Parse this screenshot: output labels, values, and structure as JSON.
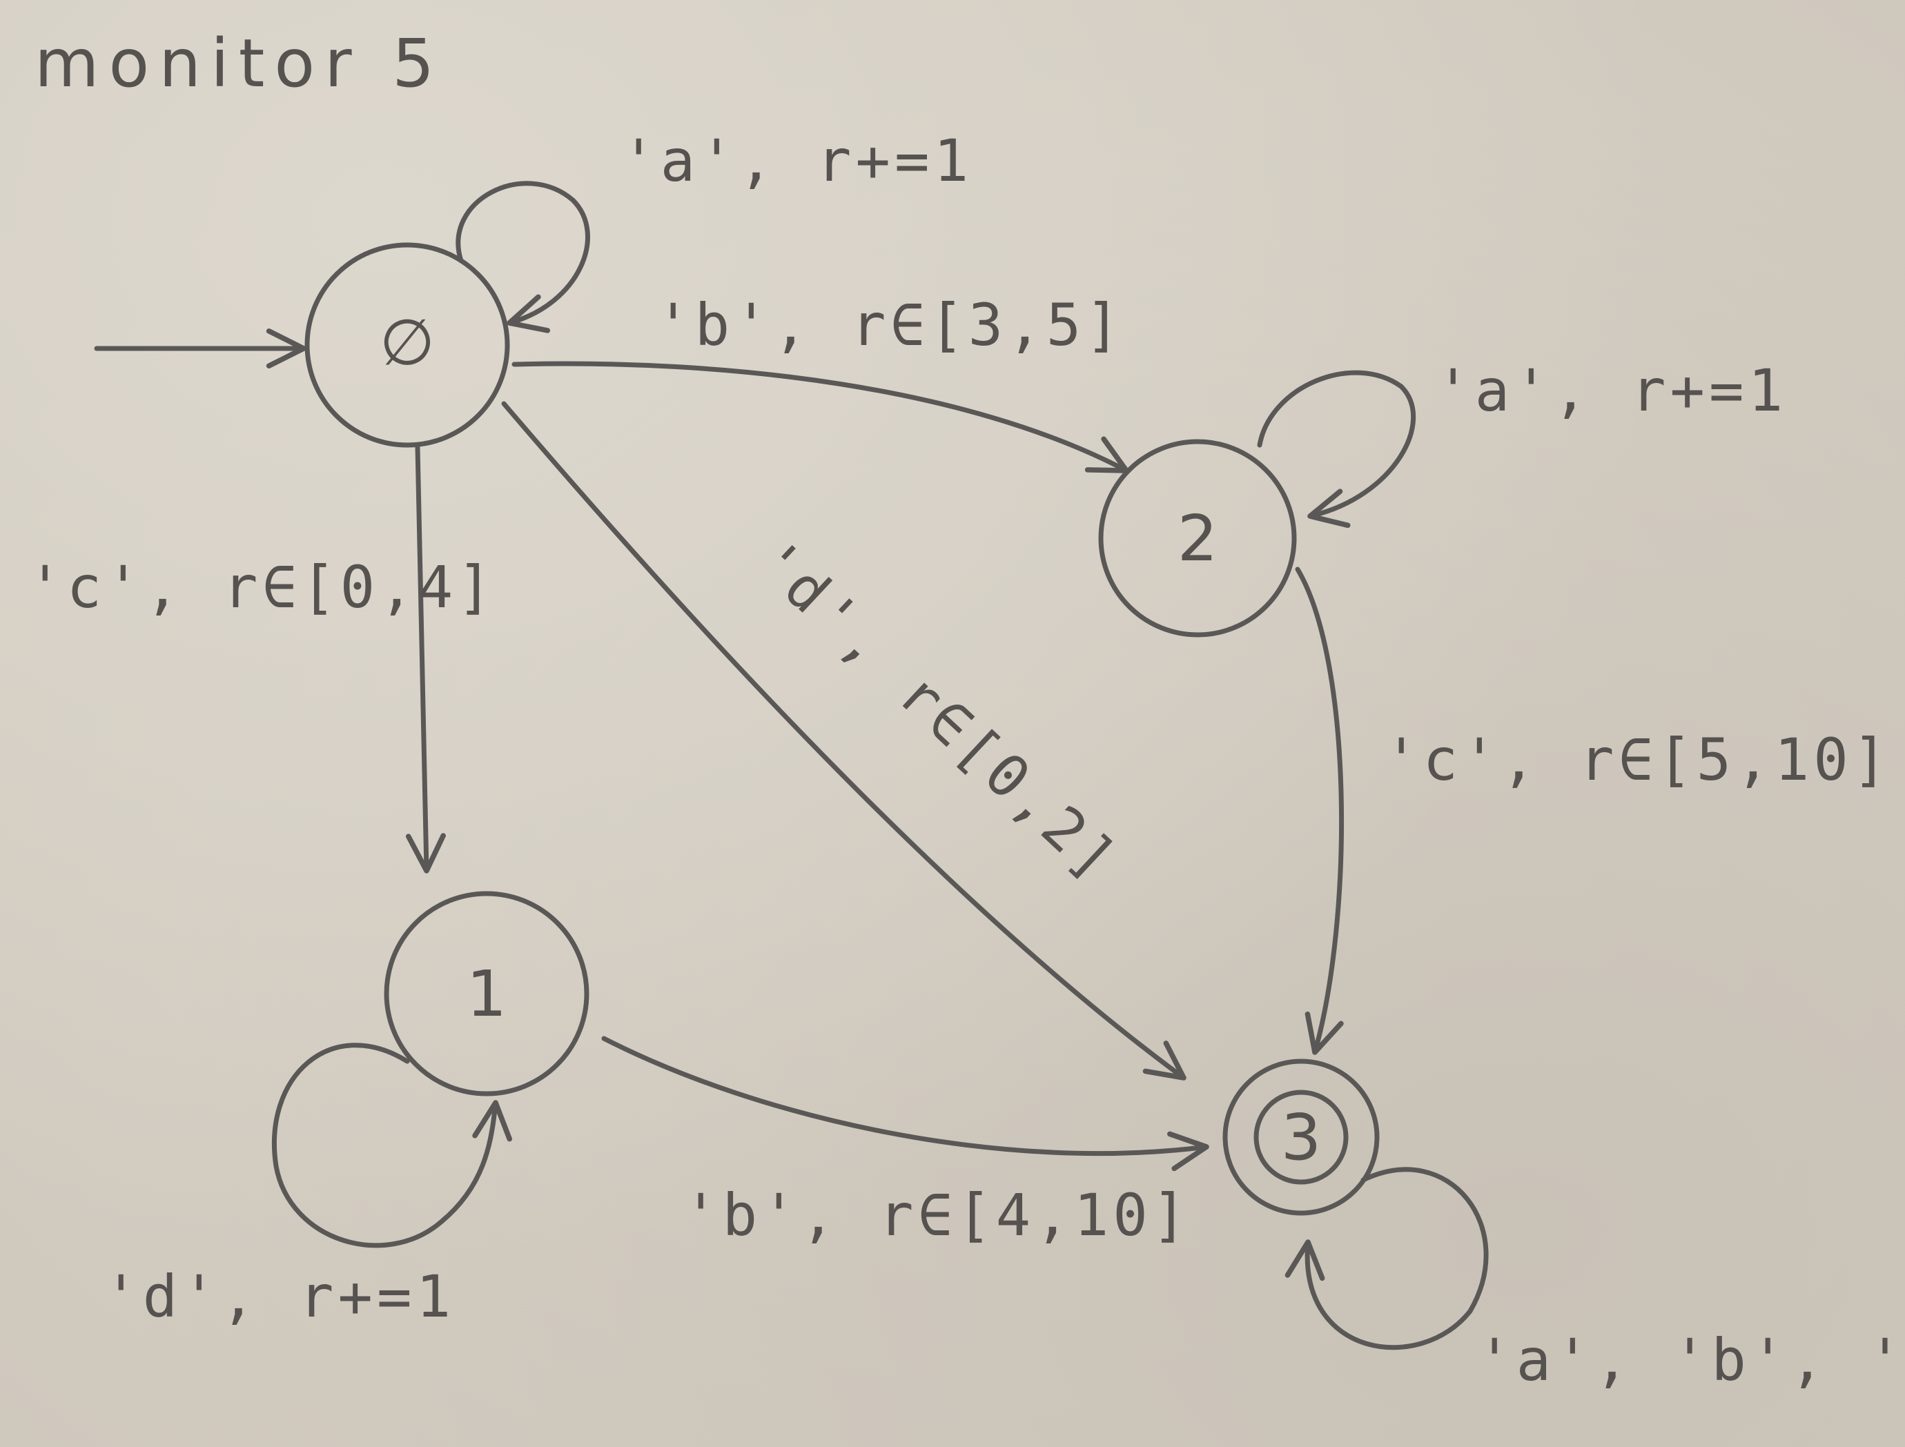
{
  "title": "monitor 5",
  "states": [
    {
      "id": "s0",
      "label": "∅",
      "initial": true,
      "accepting": false
    },
    {
      "id": "s1",
      "label": "1",
      "initial": false,
      "accepting": false
    },
    {
      "id": "s2",
      "label": "2",
      "initial": false,
      "accepting": false
    },
    {
      "id": "s3",
      "label": "3",
      "initial": false,
      "accepting": true
    }
  ],
  "transitions": [
    {
      "id": "t00",
      "from": "∅",
      "to": "∅",
      "label": "'a', r+=1"
    },
    {
      "id": "t02",
      "from": "∅",
      "to": "2",
      "label": "'b', r∈[3,5]"
    },
    {
      "id": "t22",
      "from": "2",
      "to": "2",
      "label": "'a', r+=1"
    },
    {
      "id": "t01",
      "from": "∅",
      "to": "1",
      "label": "'c', r∈[0,4]"
    },
    {
      "id": "t03",
      "from": "∅",
      "to": "3",
      "label": "'d', r∈[0,2]"
    },
    {
      "id": "t23",
      "from": "2",
      "to": "3",
      "label": "'c', r∈[5,10]"
    },
    {
      "id": "t11",
      "from": "1",
      "to": "1",
      "label": "'d', r+=1"
    },
    {
      "id": "t13",
      "from": "1",
      "to": "3",
      "label": "'b', r∈[4,10]"
    },
    {
      "id": "t33",
      "from": "3",
      "to": "3",
      "label": "'a', 'b', 'c', 'd'"
    }
  ],
  "colors": {
    "ink": "#5a5856",
    "paper": "#d6d0c6"
  }
}
